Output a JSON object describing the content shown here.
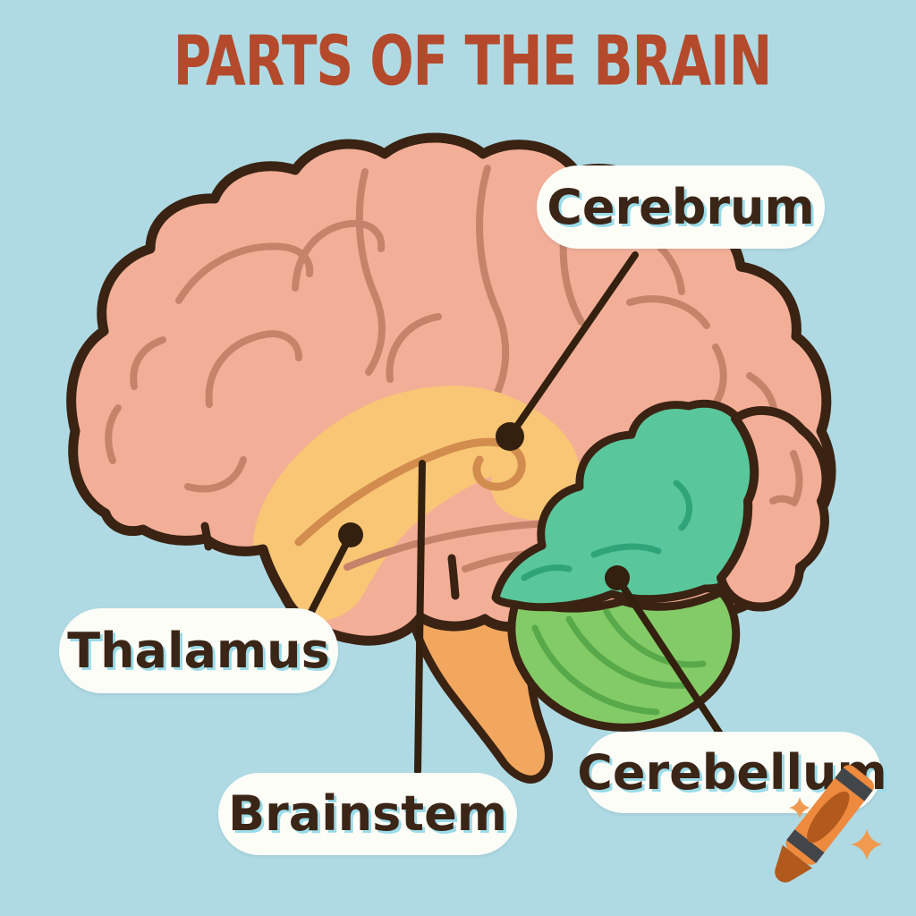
{
  "title": "PARTS OF THE BRAIN",
  "labels": {
    "cerebrum": "Cerebrum",
    "thalamus": "Thalamus",
    "brainstem": "Brainstem",
    "cerebellum": "Cerebellum"
  },
  "diagram": {
    "type": "labeled-anatomy-diagram",
    "subject": "human brain, cartoon side view",
    "parts": [
      {
        "name": "Cerebrum",
        "color": "#f3ae97"
      },
      {
        "name": "Thalamus",
        "color": "#f8c674"
      },
      {
        "name": "Brainstem",
        "color": "#f2a75f"
      },
      {
        "name": "Cerebellum",
        "color": "#59c79b"
      }
    ]
  },
  "icons": {
    "crayon": "crayon-icon",
    "sparkle": "sparkle-icon"
  },
  "colors": {
    "background": "#afdae4",
    "title_text": "#b44a2b",
    "label_text": "#3b2516",
    "label_bg": "#fdfdf8",
    "label_shadow": "#9adbe8",
    "outline": "#3a2313",
    "cerebrum_fill": "#f3ae97",
    "gyri_line": "#c5836a",
    "thalamus_fill": "#f8c674",
    "thalamus_line": "#d28c4e",
    "cerebellum_teal": "#59c79b",
    "cerebellum_teal_line": "#2fa478",
    "cerebellum_green": "#83cb66",
    "cerebellum_green_line": "#57a94a",
    "brainstem_fill": "#f2a75f",
    "leader_line": "#33200f",
    "crayon_body": "#ee8a3e",
    "crayon_band": "#42464b",
    "crayon_dark": "#b25a1d",
    "sparkle": "#ef9a4e"
  }
}
